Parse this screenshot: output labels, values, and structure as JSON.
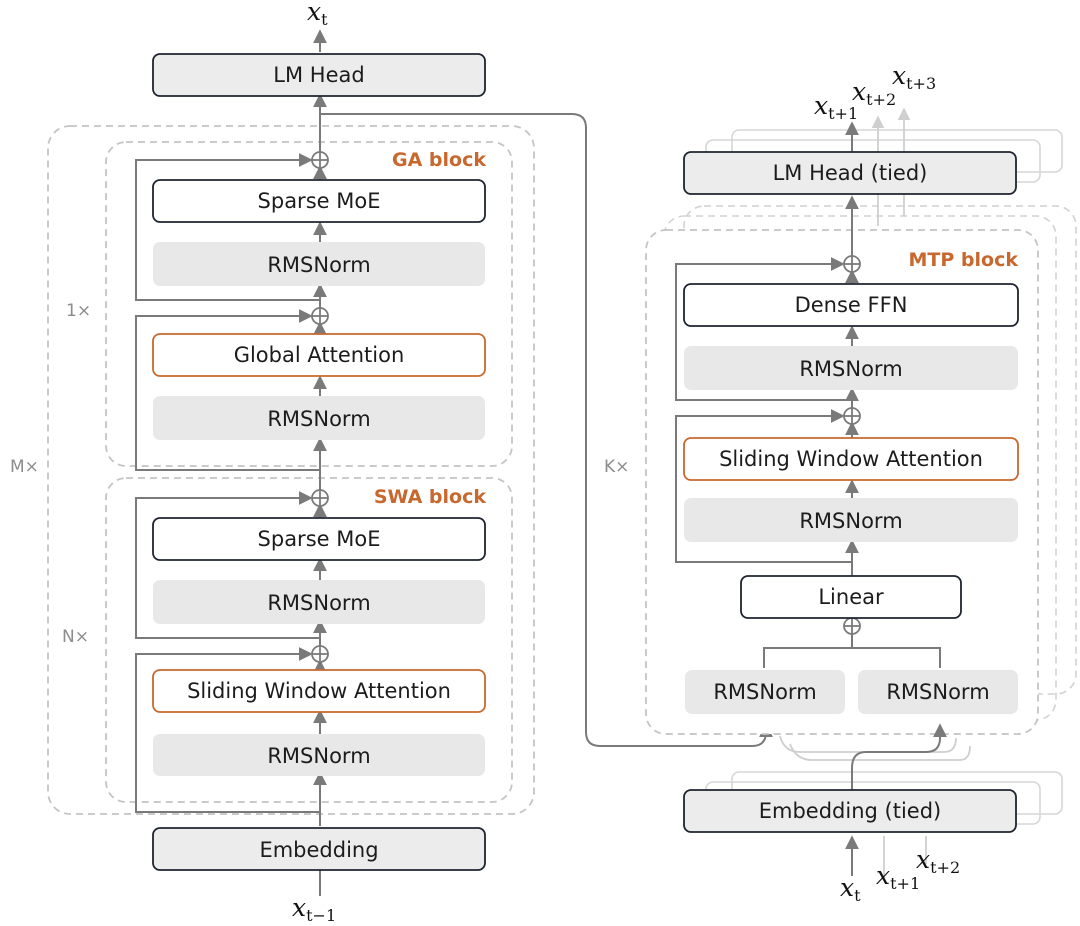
{
  "left": {
    "output_var": "x",
    "output_sub": "t",
    "input_var": "x",
    "input_sub": "t−1",
    "lm_head": "LM Head",
    "embedding": "Embedding",
    "outer_repeat": "M×",
    "ga": {
      "title": "GA block",
      "repeat": "1×",
      "ffn": "Sparse MoE",
      "norm_top": "RMSNorm",
      "attn": "Global Attention",
      "norm_bottom": "RMSNorm"
    },
    "swa": {
      "title": "SWA block",
      "repeat": "N×",
      "ffn": "Sparse MoE",
      "norm_top": "RMSNorm",
      "attn": "Sliding Window Attention",
      "norm_bottom": "RMSNorm"
    }
  },
  "right": {
    "lm_head": "LM Head (tied)",
    "embedding": "Embedding (tied)",
    "repeat": "K×",
    "mtp": {
      "title": "MTP block",
      "ffn": "Dense FFN",
      "norm_top": "RMSNorm",
      "attn": "Sliding Window Attention",
      "norm_mid": "RMSNorm",
      "linear": "Linear",
      "norm_left": "RMSNorm",
      "norm_right": "RMSNorm"
    },
    "outputs": [
      {
        "var": "x",
        "sub": "t+1"
      },
      {
        "var": "x",
        "sub": "t+2"
      },
      {
        "var": "x",
        "sub": "t+3"
      }
    ],
    "inputs": [
      {
        "var": "x",
        "sub": "t"
      },
      {
        "var": "x",
        "sub": "t+1"
      },
      {
        "var": "x",
        "sub": "t+2"
      }
    ]
  }
}
